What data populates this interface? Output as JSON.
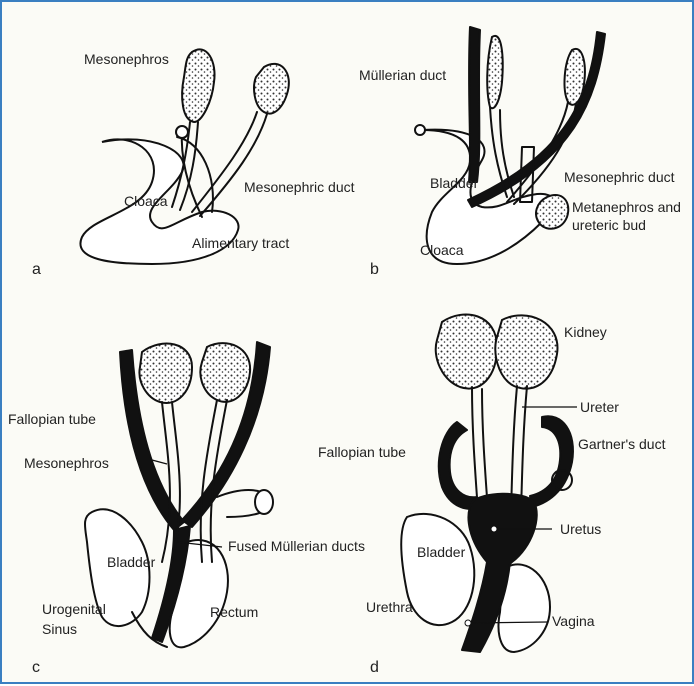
{
  "panels": {
    "a": {
      "letter": "a",
      "labels": {
        "mesonephros": "Mesonephros",
        "mesonephric_duct": "Mesonephric duct",
        "cloaca": "Cloaca",
        "alimentary_tract": "Alimentary tract"
      }
    },
    "b": {
      "letter": "b",
      "labels": {
        "mullerian_duct": "Müllerian duct",
        "bladder": "Bladder",
        "mesonephric_duct": "Mesonephric duct",
        "metanephros_1": "Metanephros and",
        "metanephros_2": "ureteric bud",
        "cloaca": "Cloaca"
      }
    },
    "c": {
      "letter": "c",
      "labels": {
        "fallopian_tube": "Fallopian tube",
        "mesonephros": "Mesonephros",
        "fused_mullerian": "Fused Müllerian ducts",
        "bladder": "Bladder",
        "urogenital_1": "Urogenital",
        "urogenital_2": "Sinus",
        "rectum": "Rectum"
      }
    },
    "d": {
      "letter": "d",
      "labels": {
        "kidney": "Kidney",
        "ureter": "Ureter",
        "fallopian_tube": "Fallopian tube",
        "gartners_duct": "Gartner's duct",
        "uretus": "Uretus",
        "bladder": "Bladder",
        "urethra": "Urethra",
        "vagina": "Vagina"
      }
    }
  },
  "colors": {
    "frame": "#3a7fc1",
    "ink": "#111111",
    "paper": "#fbfbf6"
  }
}
